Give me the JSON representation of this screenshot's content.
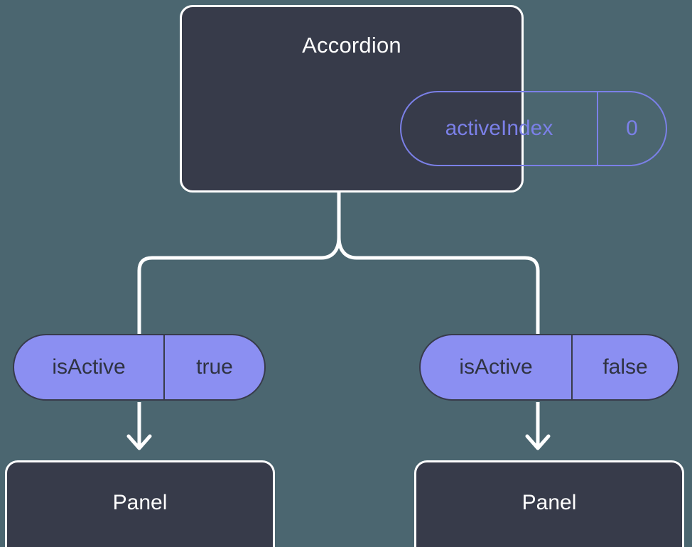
{
  "diagram": {
    "type": "component-state-tree",
    "background_color": "#4b6670",
    "node_fill_color": "#373b4a",
    "node_border_color": "#ffffff",
    "accent_color": "#8b8ff2",
    "accent_outline_color": "#7b80e8",
    "root": {
      "title": "Accordion",
      "state_pill": {
        "key": "activeIndex",
        "value": "0"
      }
    },
    "branches": [
      {
        "side": "left",
        "prop_pill": {
          "key": "isActive",
          "value": "true"
        },
        "child": {
          "title": "Panel"
        }
      },
      {
        "side": "right",
        "prop_pill": {
          "key": "isActive",
          "value": "false"
        },
        "child": {
          "title": "Panel"
        }
      }
    ]
  }
}
